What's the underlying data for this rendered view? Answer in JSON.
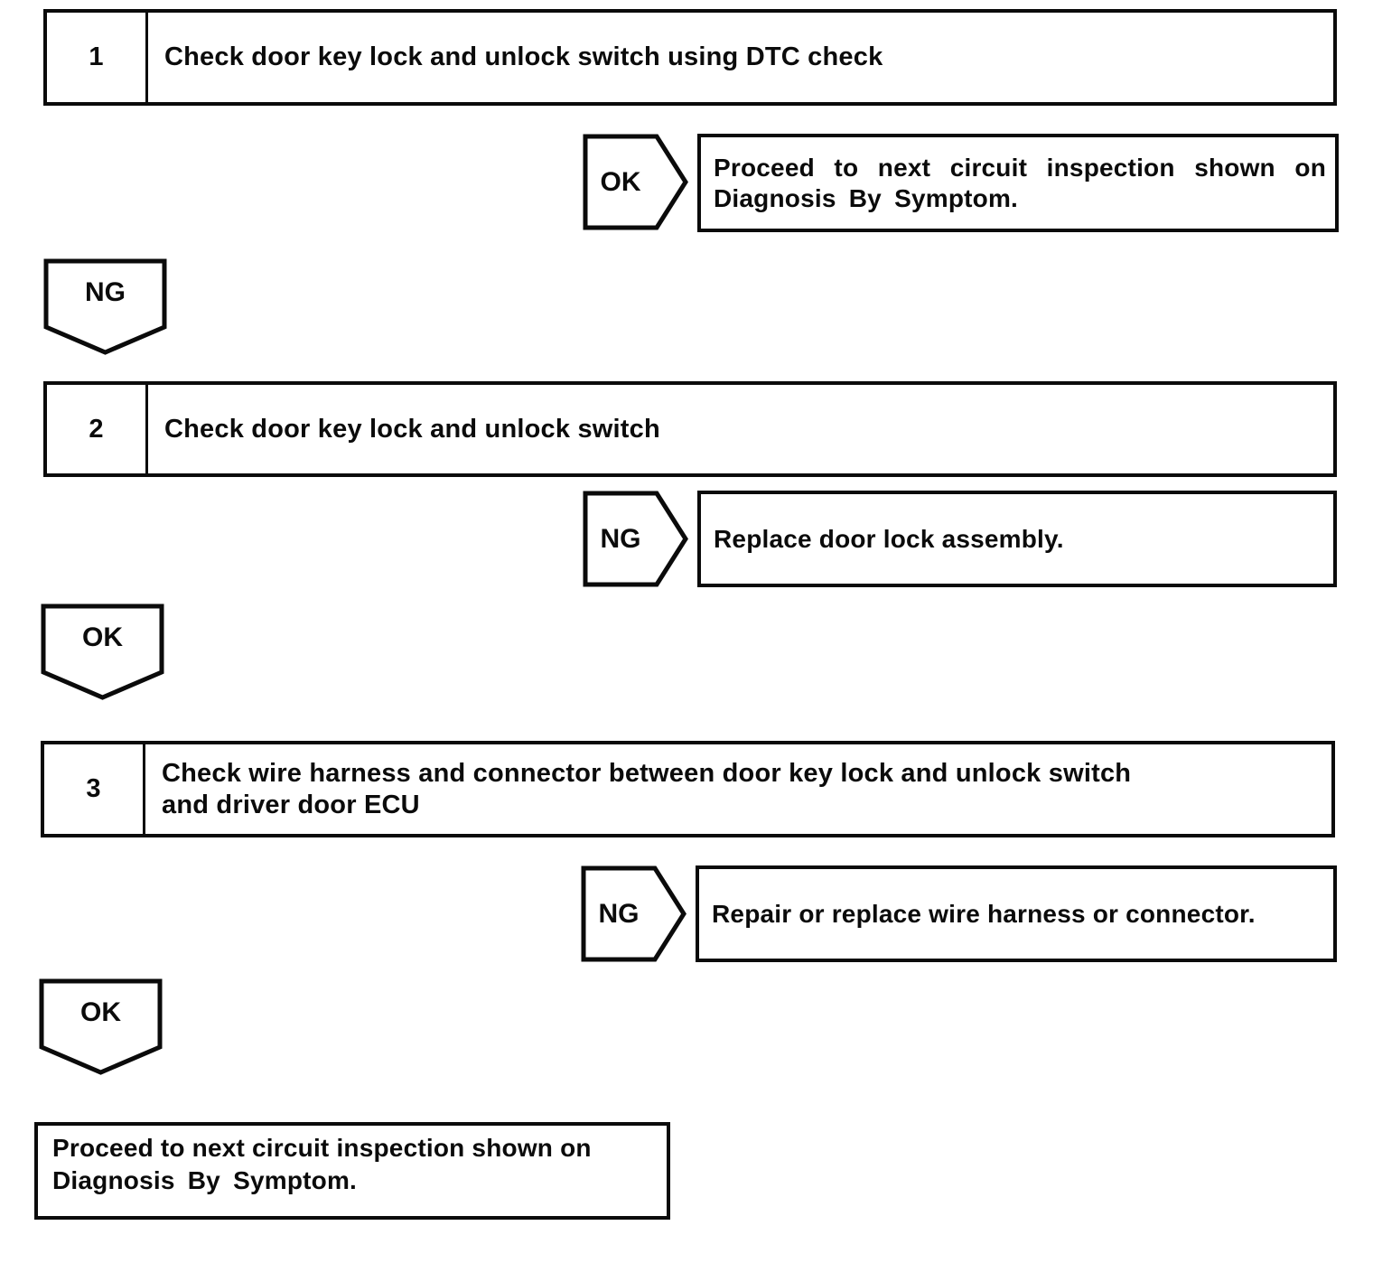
{
  "page": {
    "background": "#ffffff",
    "ink": "#0b0b0b"
  },
  "steps": [
    {
      "number": "1",
      "title_lines": [
        "Check door key lock and unlock switch using DTC check"
      ],
      "branch": {
        "label": "OK",
        "result_lines": [
          "Proceed to next circuit inspection shown on",
          "Diagnosis By Symptom."
        ]
      },
      "continue_label": "NG"
    },
    {
      "number": "2",
      "title_lines": [
        "Check door key lock and unlock switch"
      ],
      "branch": {
        "label": "NG",
        "result_lines": [
          "Replace door lock assembly."
        ]
      },
      "continue_label": "OK"
    },
    {
      "number": "3",
      "title_lines": [
        "Check wire harness and connector between door key lock and unlock switch",
        "and driver door ECU"
      ],
      "branch": {
        "label": "NG",
        "result_lines": [
          "Repair or replace wire harness or connector."
        ]
      },
      "continue_label": "OK"
    }
  ],
  "final": {
    "lines": [
      "Proceed to next circuit inspection shown on",
      "Diagnosis By Symptom."
    ]
  }
}
